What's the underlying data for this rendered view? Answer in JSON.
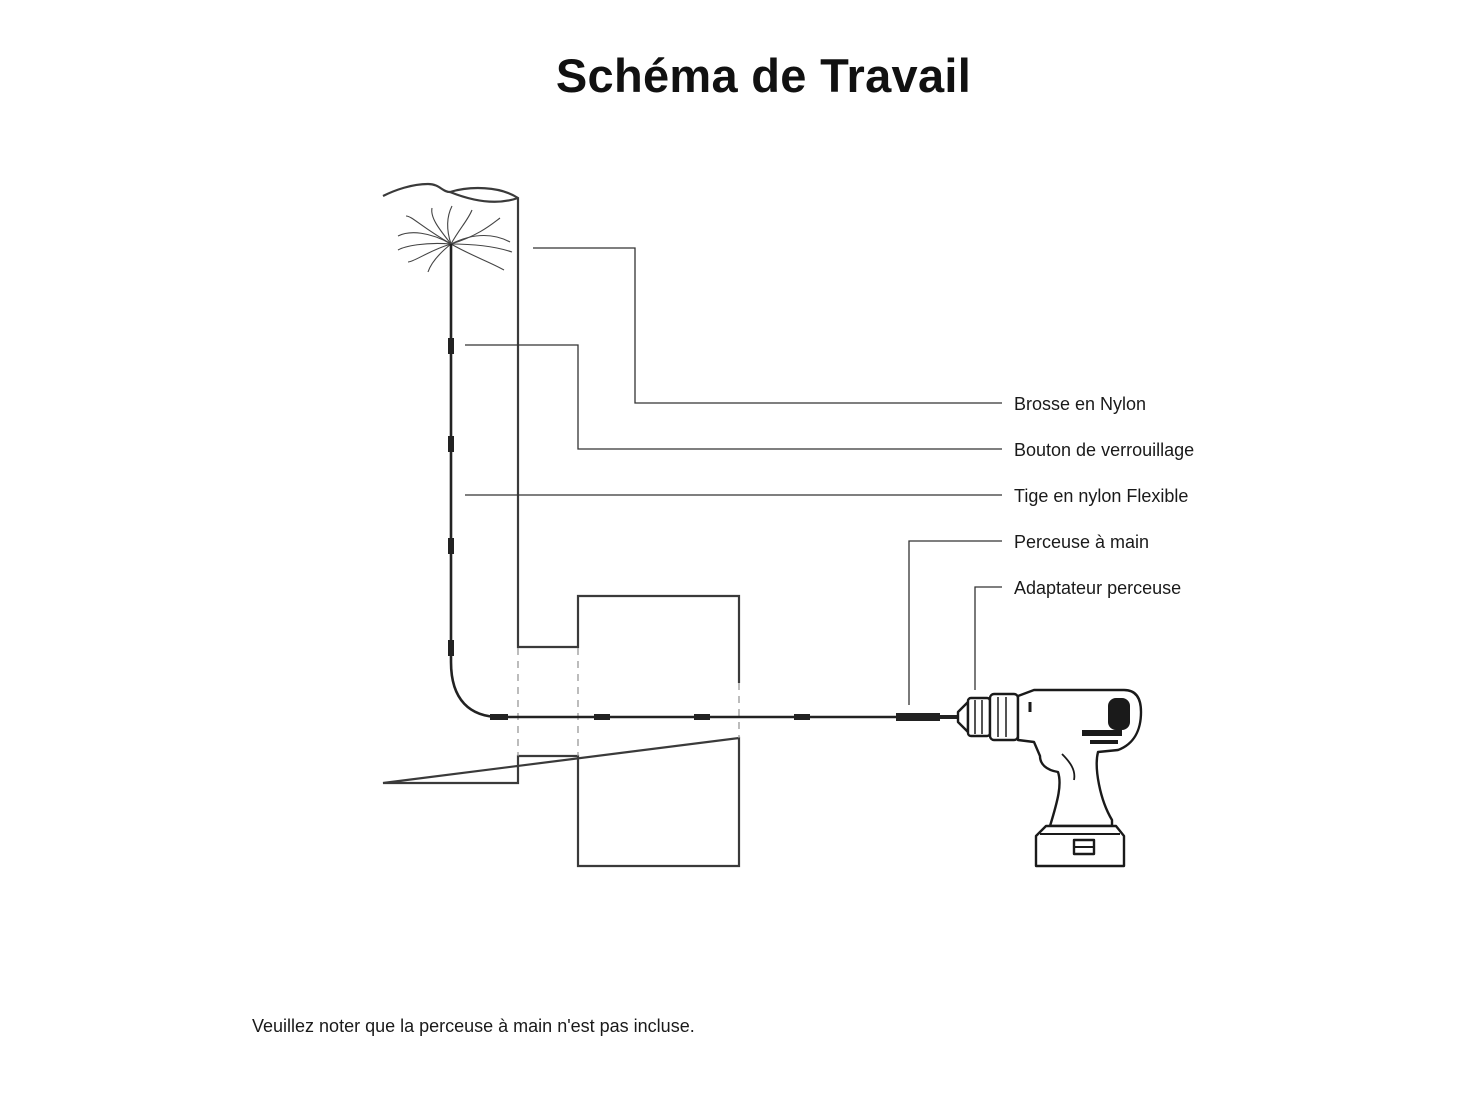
{
  "title": "Schéma de Travail",
  "labels": [
    {
      "id": "brush",
      "text": "Brosse en Nylon"
    },
    {
      "id": "lock",
      "text": "Bouton de verrouillage"
    },
    {
      "id": "rod",
      "text": "Tige en nylon Flexible"
    },
    {
      "id": "drill",
      "text": "Perceuse à main"
    },
    {
      "id": "adapter",
      "text": "Adaptateur perceuse"
    }
  ],
  "footnote": "Veuillez noter que la perceuse à main n'est pas incluse.",
  "icons": {
    "drill": "cordless-drill-icon",
    "brush": "nylon-brush-icon"
  }
}
